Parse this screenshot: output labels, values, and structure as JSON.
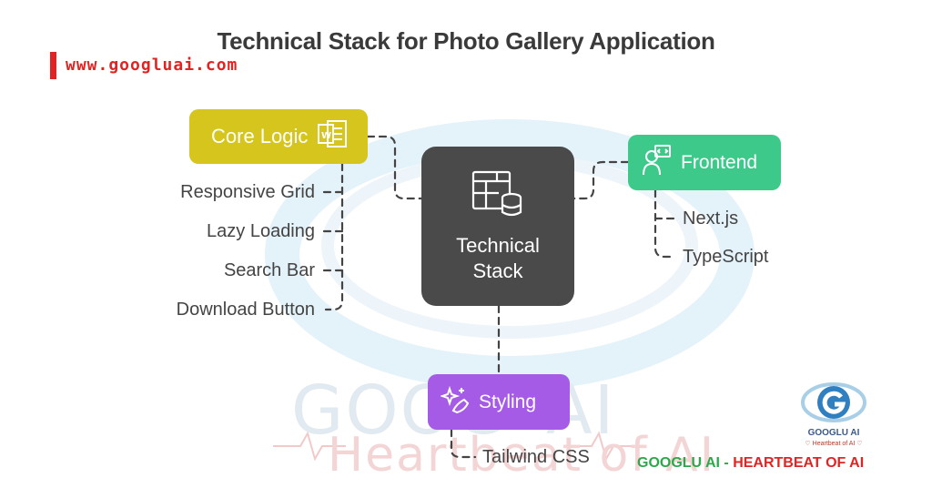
{
  "title": "Technical Stack for Photo Gallery Application",
  "website": "www.googluai.com",
  "watermark": {
    "left_word": "GOOG",
    "right_word": "AI",
    "tagline": "Heartbeat of AI"
  },
  "nodes": {
    "center": {
      "label": "Technical Stack",
      "icon": "table-database-icon",
      "color": "#4a4a4a"
    },
    "core_logic": {
      "label": "Core Logic",
      "icon": "document-list-icon",
      "color": "#d6c51c",
      "items": [
        "Responsive Grid",
        "Lazy Loading",
        "Search Bar",
        "Download Button"
      ]
    },
    "frontend": {
      "label": "Frontend",
      "icon": "developer-icon",
      "color": "#3dc98a",
      "items": [
        "Next.js",
        "TypeScript"
      ]
    },
    "styling": {
      "label": "Styling",
      "icon": "sparkle-brush-icon",
      "color": "#a55be6",
      "items": [
        "Tailwind CSS"
      ]
    }
  },
  "logo": {
    "name": "GOOGLU AI",
    "tagline": "♡ Heartbeat of AI ♡",
    "icon": "googlu-g-logo"
  },
  "brand_line": {
    "part1": "GOOGLU AI",
    "separator": " - ",
    "part2": "HEARTBEAT OF AI"
  }
}
